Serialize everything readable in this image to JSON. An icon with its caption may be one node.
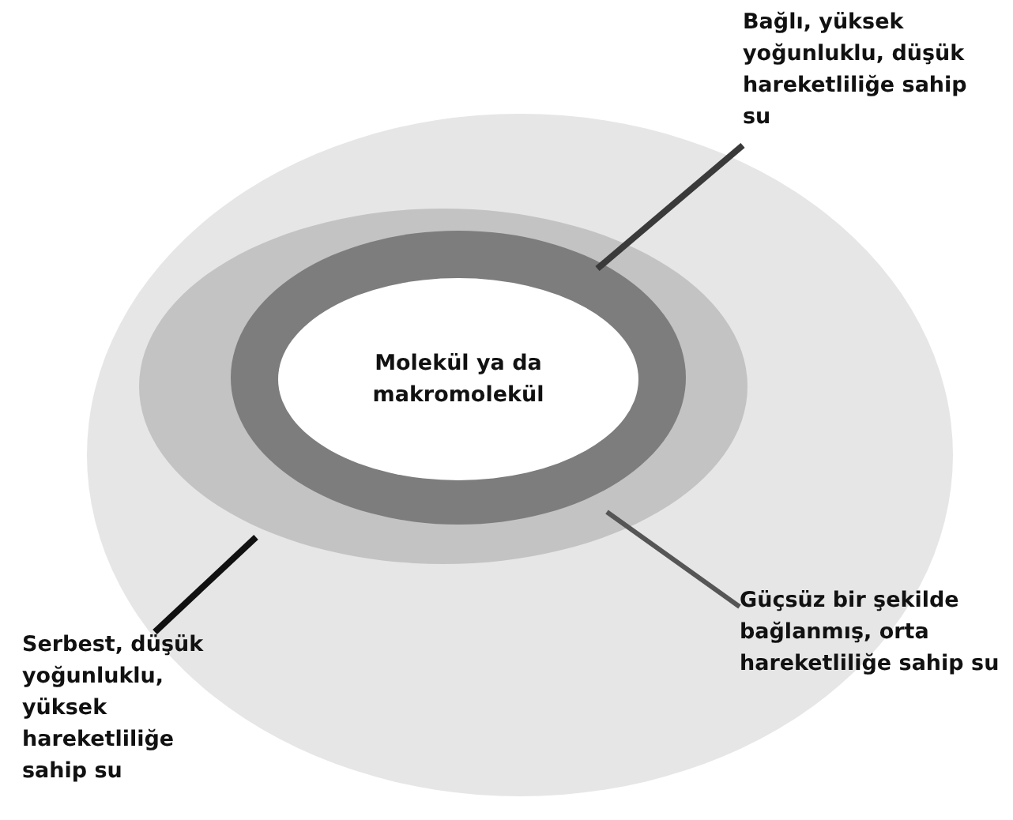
{
  "diagram": {
    "nodes": [
      {
        "text": [],
        "shape": "circle"
      },
      {
        "text": [],
        "shape": "circle",
        "in": 0
      },
      {
        "text": [],
        "shape": "circle",
        "in": 1
      },
      {
        "text": [
          "Molekül ya da makromolekül"
        ],
        "in": 2
      },
      {
        "text": [
          "Bağlı, yüksek yoğunluklu, düşük hareketliliğe sahip su"
        ]
      },
      {
        "text": [
          "Güçsüz bir şekilde bağlanmış, orta hareketliliğe sahip su"
        ]
      },
      {
        "text": [
          "Serbest, düşük yoğunluklu, yüksek hareketliliğe sahip su"
        ]
      }
    ],
    "edges": [
      {
        "from": 4,
        "to": 2,
        "arrow": "none"
      },
      {
        "from": 5,
        "to": 1,
        "arrow": "none"
      },
      {
        "from": 6,
        "to": 0,
        "arrow": "none"
      }
    ]
  }
}
